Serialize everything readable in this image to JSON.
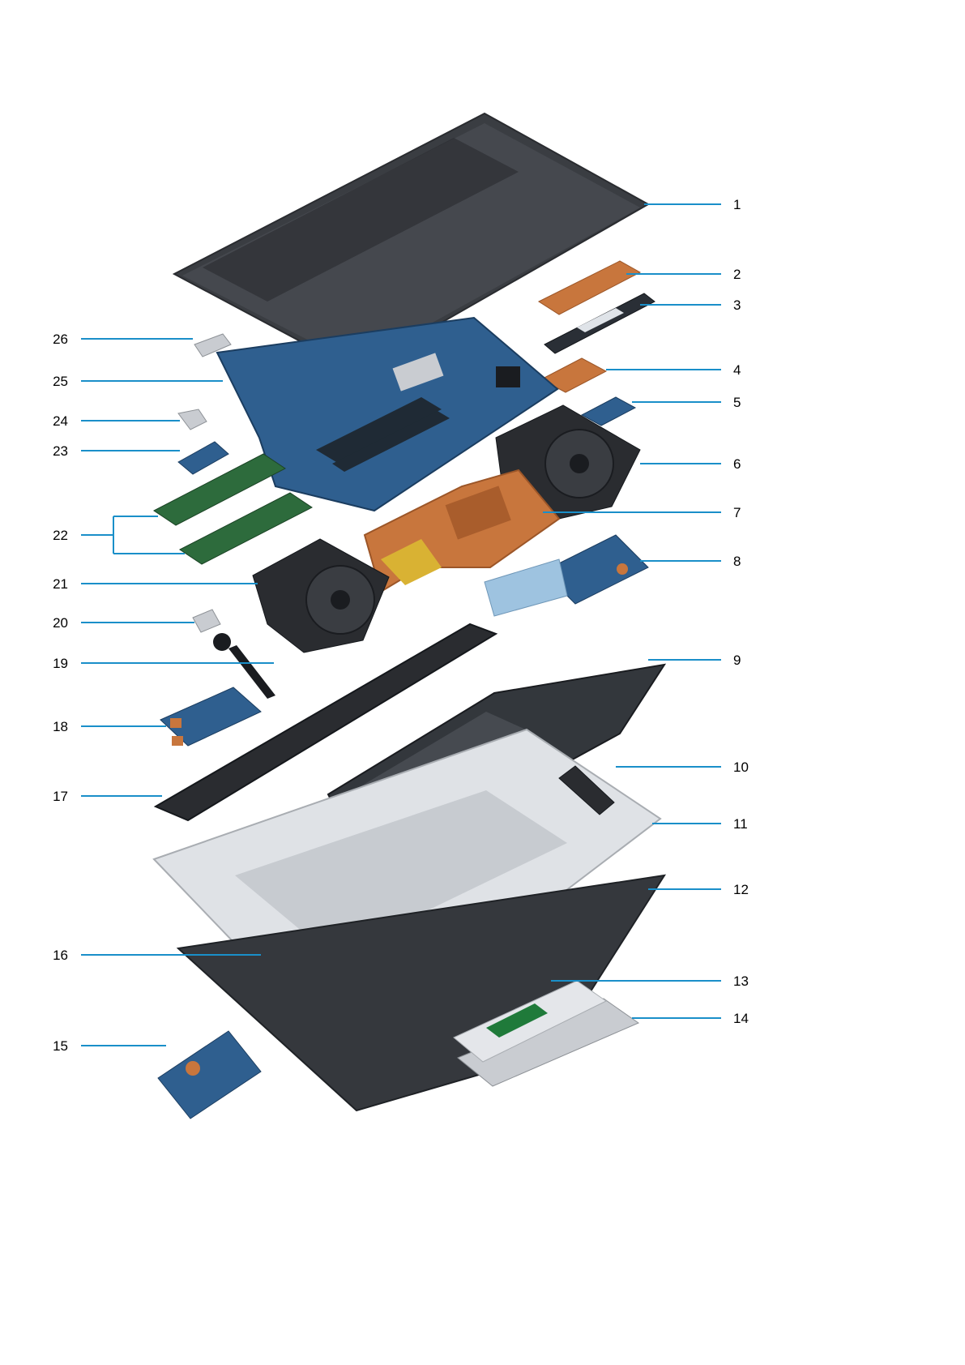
{
  "figure": {
    "title": "",
    "callouts": [
      {
        "number": "1",
        "side": "right"
      },
      {
        "number": "2",
        "side": "right"
      },
      {
        "number": "3",
        "side": "right"
      },
      {
        "number": "4",
        "side": "right"
      },
      {
        "number": "5",
        "side": "right"
      },
      {
        "number": "6",
        "side": "right"
      },
      {
        "number": "7",
        "side": "right"
      },
      {
        "number": "8",
        "side": "right"
      },
      {
        "number": "9",
        "side": "right"
      },
      {
        "number": "10",
        "side": "right"
      },
      {
        "number": "11",
        "side": "right"
      },
      {
        "number": "12",
        "side": "right"
      },
      {
        "number": "13",
        "side": "right"
      },
      {
        "number": "14",
        "side": "right"
      },
      {
        "number": "15",
        "side": "left"
      },
      {
        "number": "16",
        "side": "left"
      },
      {
        "number": "17",
        "side": "left"
      },
      {
        "number": "18",
        "side": "left"
      },
      {
        "number": "19",
        "side": "left"
      },
      {
        "number": "20",
        "side": "left"
      },
      {
        "number": "21",
        "side": "left"
      },
      {
        "number": "22",
        "side": "left"
      },
      {
        "number": "23",
        "side": "left"
      },
      {
        "number": "24",
        "side": "left"
      },
      {
        "number": "25",
        "side": "left"
      },
      {
        "number": "26",
        "side": "left"
      }
    ]
  },
  "colors": {
    "leader_line": "#1a8fc9",
    "chassis": "#3a3d42",
    "board": "#2f5f8f",
    "copper": "#c8763d",
    "metal": "#c9ccd1",
    "battery": "#33373c"
  }
}
